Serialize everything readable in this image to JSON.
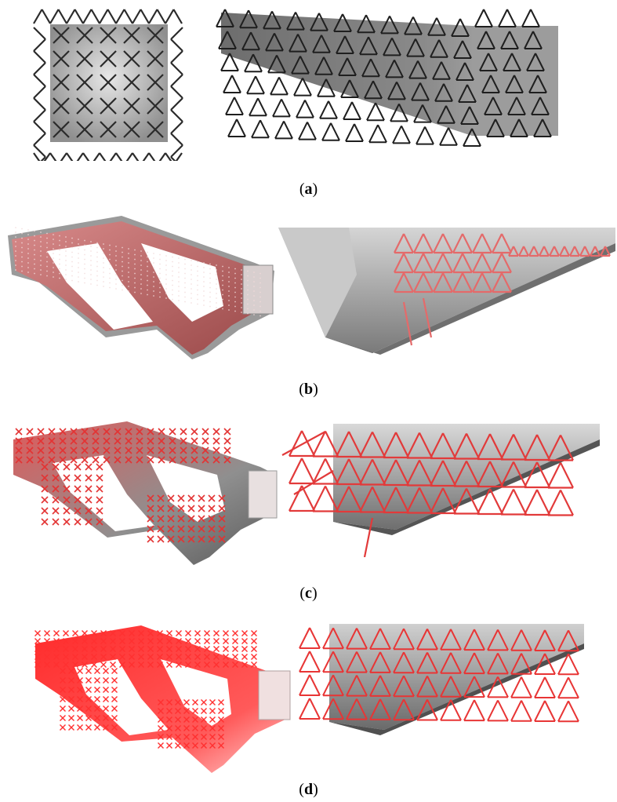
{
  "figure": {
    "rows": [
      {
        "label": "a",
        "caption_open": "(",
        "caption_close": ")"
      },
      {
        "label": "b",
        "caption_open": "(",
        "caption_close": ")"
      },
      {
        "label": "c",
        "caption_open": "(",
        "caption_close": ")"
      },
      {
        "label": "d",
        "caption_open": "(",
        "caption_close": ")"
      }
    ],
    "colors": {
      "lattice_dark": "#2b2b2b",
      "lattice_red": "#e23a3a",
      "solid_grey": "#9a9a9a",
      "solid_pink": "#c96a6a"
    }
  }
}
